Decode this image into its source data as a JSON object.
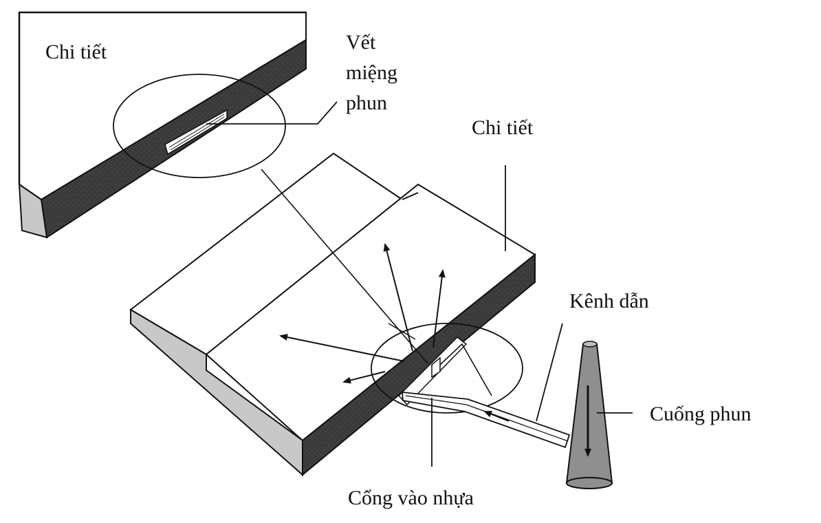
{
  "labels": {
    "part_top": "Chi tiết",
    "gate_mark_1": "Vết",
    "gate_mark_2": "miệng",
    "gate_mark_3": "phun",
    "part_main": "Chi tiết",
    "runner": "Kênh dẫn",
    "sprue": "Cuống phun",
    "gate": "Cổng vào nhựa"
  },
  "colors": {
    "line": "#111111",
    "top_face": "#ffffff",
    "side_light": "#c8c8c8",
    "side_dark": "#3a3a3a",
    "sprue_fill": "#8f8f8f"
  }
}
